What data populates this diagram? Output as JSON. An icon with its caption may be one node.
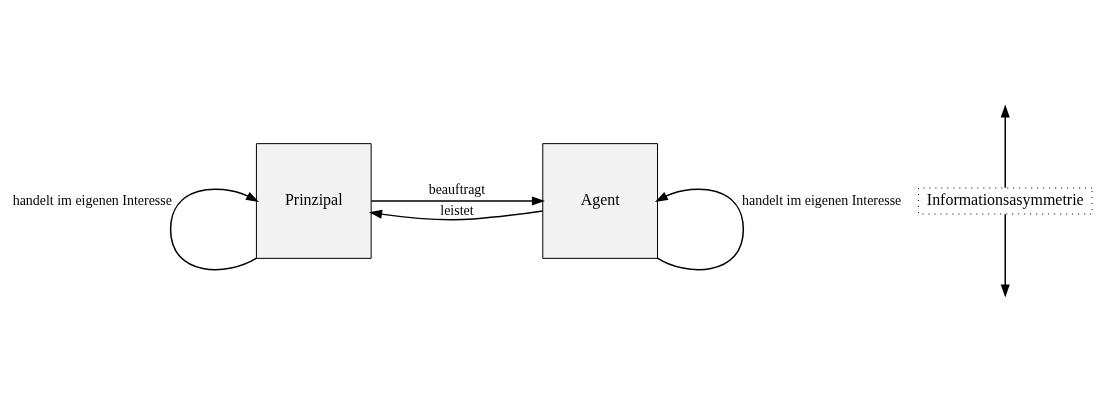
{
  "diagram": {
    "nodes": [
      {
        "text": [
          "Prinzipal"
        ]
      },
      {
        "text": [
          "Agent"
        ]
      },
      {
        "text": [
          "Informationsasymmetrie"
        ]
      }
    ],
    "edges": [
      {
        "from": 0,
        "to": 1,
        "arrow": "to",
        "label": "beauftragt"
      },
      {
        "from": 1,
        "to": 0,
        "arrow": "to",
        "label": "leistet"
      },
      {
        "from": 0,
        "to": 0,
        "arrow": "to",
        "label": "handelt im eigenen Interesse"
      },
      {
        "from": 1,
        "to": 1,
        "arrow": "to",
        "label": "handelt im eigenen Interesse"
      },
      {
        "from": 2,
        "to": null,
        "arrow": "to"
      },
      {
        "from": 2,
        "to": null,
        "arrow": "to"
      }
    ]
  }
}
